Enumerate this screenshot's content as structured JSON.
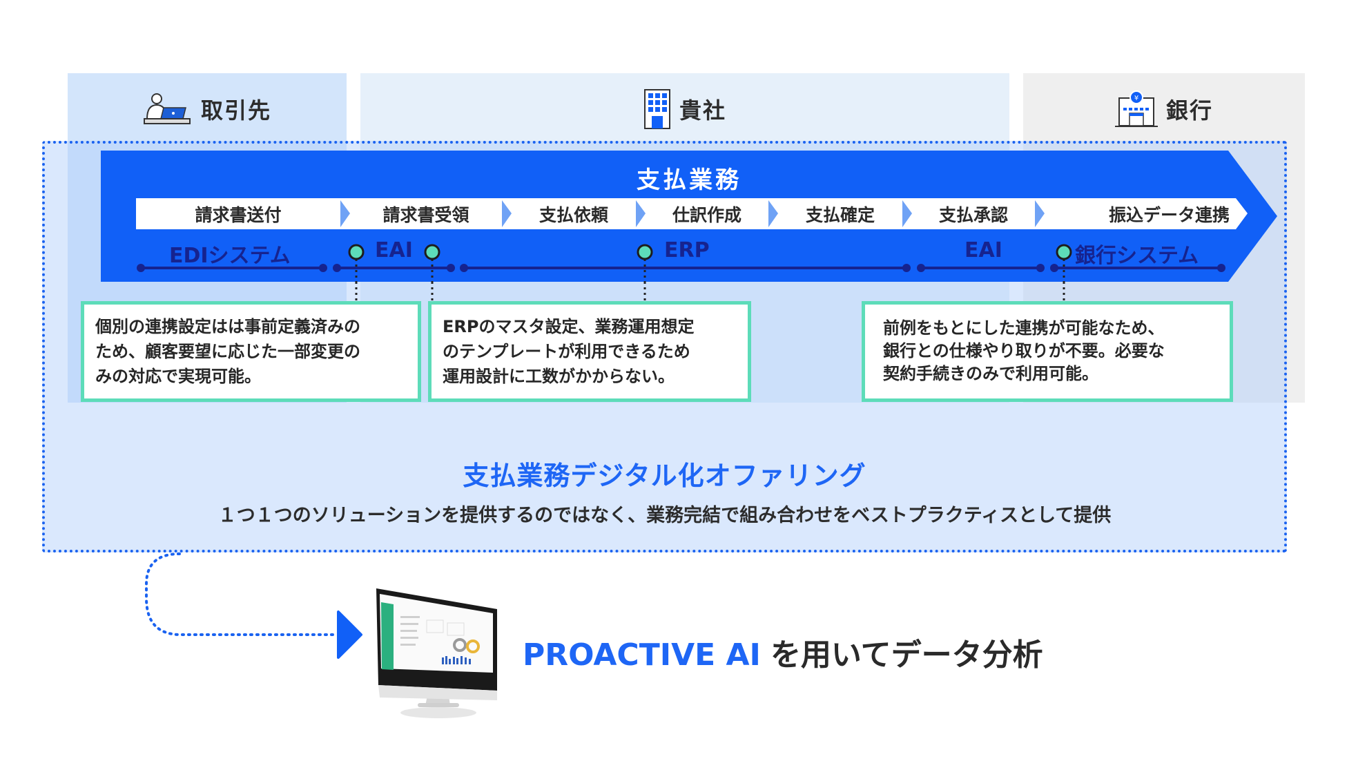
{
  "columns": [
    {
      "id": "partner",
      "label": "取引先",
      "icon": "person-laptop-icon"
    },
    {
      "id": "company",
      "label": "貴社",
      "icon": "office-building-icon"
    },
    {
      "id": "bank",
      "label": "銀行",
      "icon": "bank-building-icon"
    }
  ],
  "process": {
    "title": "支払業務",
    "steps": [
      "請求書送付",
      "請求書受領",
      "支払依頼",
      "仕訳作成",
      "支払確定",
      "支払承認",
      "振込データ連携"
    ],
    "systems": [
      "EDIシステム",
      "EAI",
      "ERP",
      "EAI",
      "銀行システム"
    ]
  },
  "callouts": [
    {
      "lines": [
        "個別の連携設定はは事前定義済みの",
        "ため、顧客要望に応じた一部変更の",
        "みの対応で実現可能。"
      ]
    },
    {
      "lines": [
        "ERPのマスタ設定、業務運用想定",
        "のテンプレートが利用できるため",
        "運用設計に工数がかからない。"
      ]
    },
    {
      "lines": [
        "前例をもとにした連携が可能なため、",
        "銀行との仕様やり取りが不要。必要な",
        "契約手続きのみで利用可能。"
      ]
    }
  ],
  "offering": {
    "title": "支払業務デジタル化オファリング",
    "subtitle": "１つ１つのソリューションを提供するのではなく、業務完結で組み合わせをベストプラクティスとして提供"
  },
  "analysis": {
    "brand": "PROACTIVE AI",
    "text": "を用いてデータ分析"
  },
  "colors": {
    "primary_blue": "#1160f7",
    "dark_navy": "#16238f",
    "mint": "#5ddcb9",
    "chevron_light_blue": "#6fa2f5"
  }
}
